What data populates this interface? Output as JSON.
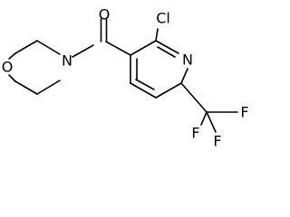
{
  "molecule": {
    "atoms": {
      "oxygen_carbonyl": "O",
      "chlorine": "Cl",
      "nitrogen_pyridine": "N",
      "nitrogen_morpholine": "N",
      "oxygen_morpholine": "O",
      "fluorine_top": "F",
      "fluorine_right": "F",
      "fluorine_bottom": "F"
    }
  }
}
